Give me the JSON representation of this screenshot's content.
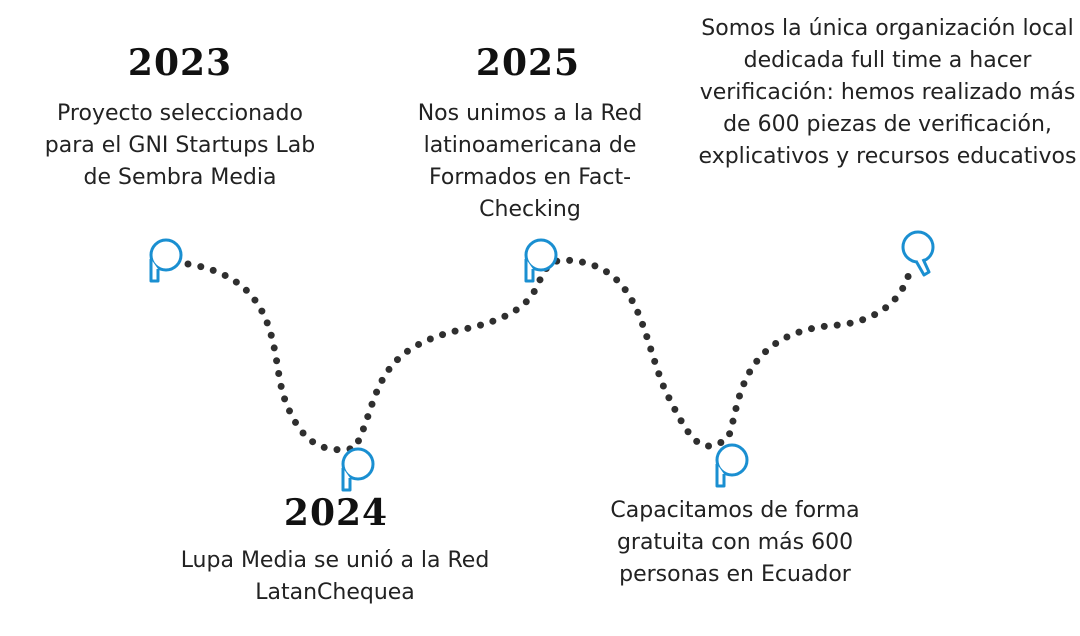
{
  "colors": {
    "accent": "#1a8fd1",
    "dots": "#2f2f2f",
    "text": "#222222"
  },
  "milestones": [
    {
      "year": "2023",
      "description": "Proyecto seleccionado para el GNI Startups Lab de Sembra Media",
      "icon": "magnifier-pin-icon"
    },
    {
      "year": "2024",
      "description": "Lupa Media se unió a la Red LatanChequea",
      "icon": "magnifier-pin-icon"
    },
    {
      "year": "2025",
      "description": "Nos unimos a la Red latinoamericana de Formados en Fact-Checking",
      "icon": "magnifier-pin-icon"
    },
    {
      "year": "",
      "description": "Capacitamos de forma gratuita con más 600 personas en Ecuador",
      "icon": "magnifier-pin-icon"
    },
    {
      "year": "",
      "description": "Somos la única organización local dedicada full time a hacer verificación: hemos realizado más de 600 piezas de verificación, explicativos y recursos educativos",
      "icon": "magnifier-pin-icon"
    }
  ]
}
